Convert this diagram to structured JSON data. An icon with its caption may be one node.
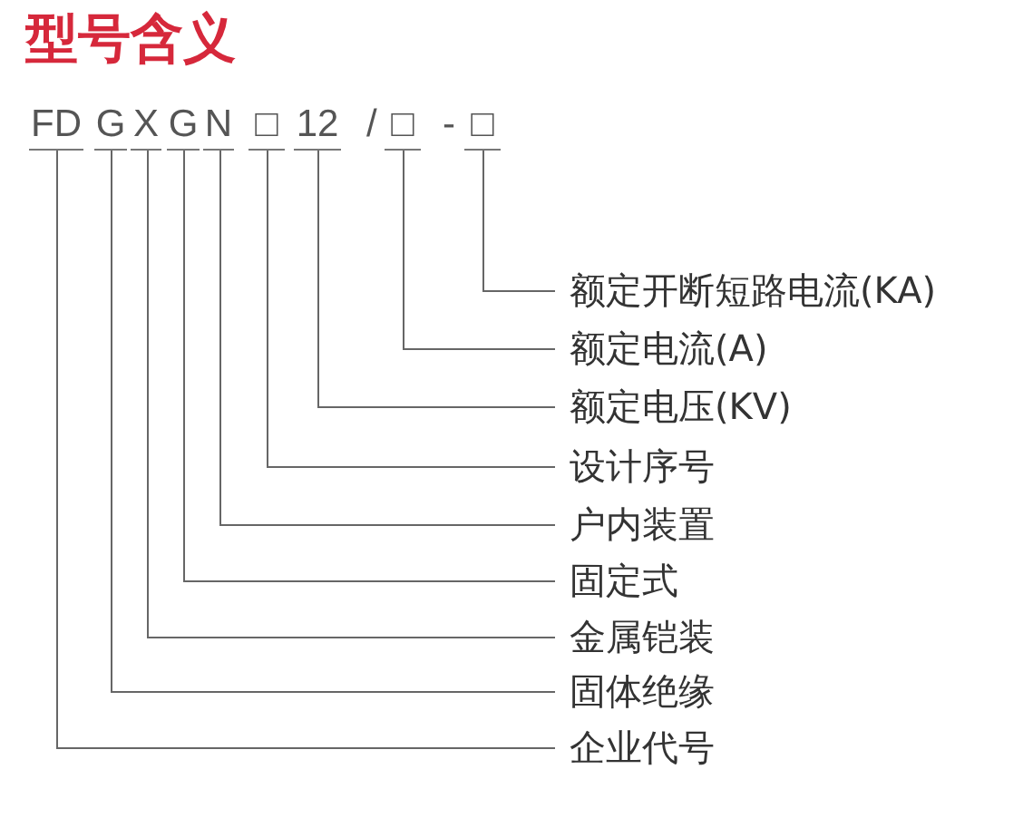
{
  "diagram": {
    "title": "型号含义",
    "nodes": [
      {
        "text": [
          "FD"
        ]
      },
      {
        "text": [
          "G"
        ]
      },
      {
        "text": [
          "X"
        ]
      },
      {
        "text": [
          "G"
        ]
      },
      {
        "text": [
          "N"
        ]
      },
      {
        "text": [
          "□"
        ]
      },
      {
        "text": [
          "12"
        ]
      },
      {
        "text": [
          "□"
        ]
      },
      {
        "text": [
          "□"
        ]
      },
      {
        "text": [
          "额定开断短路电流(KA)"
        ]
      },
      {
        "text": [
          "额定电流(A)"
        ]
      },
      {
        "text": [
          "额定电压(KV)"
        ]
      },
      {
        "text": [
          "设计序号"
        ]
      },
      {
        "text": [
          "户内装置"
        ]
      },
      {
        "text": [
          "固定式"
        ]
      },
      {
        "text": [
          "金属铠装"
        ]
      },
      {
        "text": [
          "固体绝缘"
        ]
      },
      {
        "text": [
          "企业代号"
        ]
      }
    ],
    "edges": [
      {
        "from": 8,
        "to": 9,
        "arrow": "none"
      },
      {
        "from": 7,
        "to": 10,
        "arrow": "none"
      },
      {
        "from": 6,
        "to": 11,
        "arrow": "none"
      },
      {
        "from": 5,
        "to": 12,
        "arrow": "none"
      },
      {
        "from": 4,
        "to": 13,
        "arrow": "none"
      },
      {
        "from": 3,
        "to": 14,
        "arrow": "none"
      },
      {
        "from": 2,
        "to": 15,
        "arrow": "none"
      },
      {
        "from": 1,
        "to": 16,
        "arrow": "none"
      },
      {
        "from": 0,
        "to": 17,
        "arrow": "none"
      }
    ],
    "labels": [
      "/",
      "-"
    ]
  }
}
